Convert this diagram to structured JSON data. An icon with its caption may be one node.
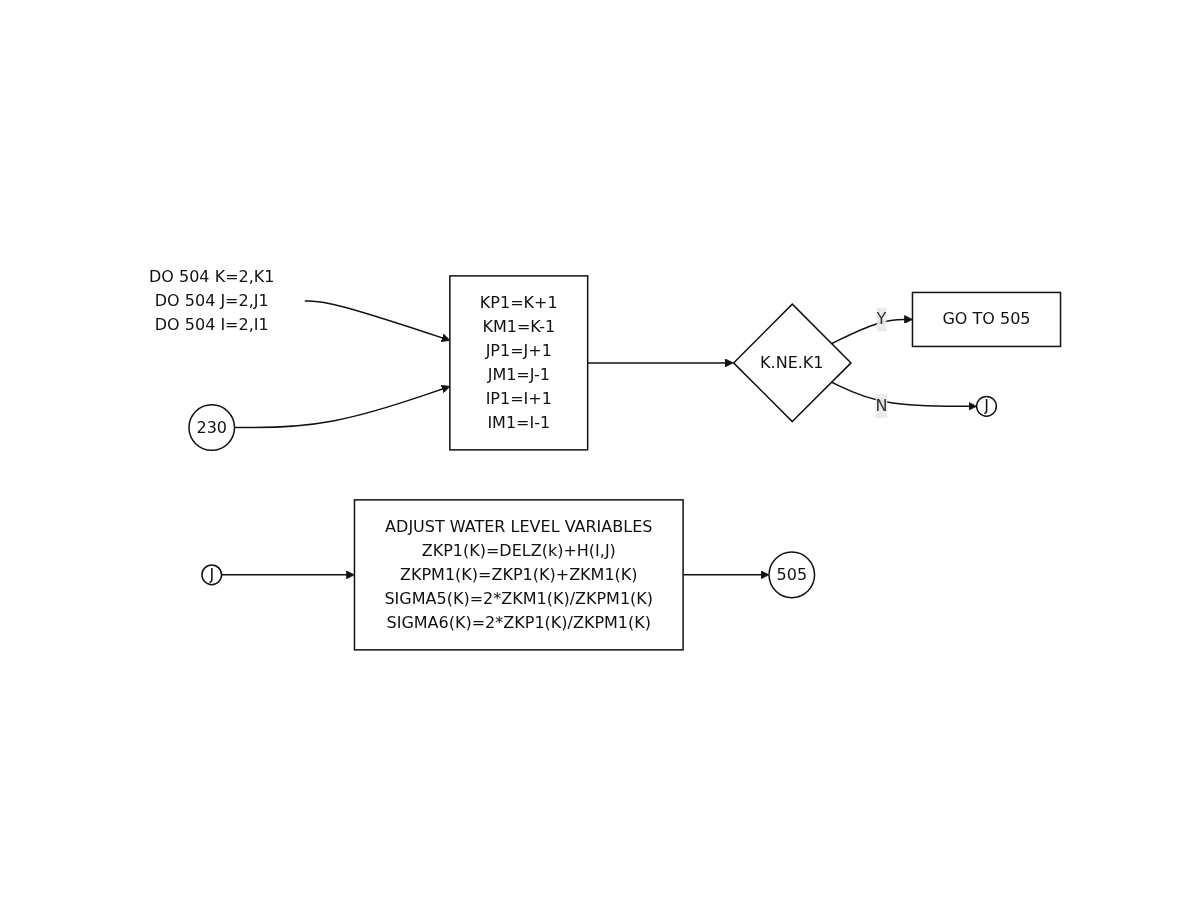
{
  "diagram": {
    "nodes": [
      {
        "text": [
          "DO 504 K=2,K1",
          "DO 504 J=2,J1",
          "DO 504 I=2,I1"
        ]
      },
      {
        "text": [
          "GO TO 505"
        ]
      },
      {
        "text": [
          "230"
        ]
      },
      {
        "text": [
          "KP1=K+1",
          "KM1=K-1",
          "JP1=J+1",
          "JM1=J-1",
          "IP1=I+1",
          "IM1=I-1"
        ]
      },
      {
        "text": [
          "K.NE.K1"
        ]
      },
      {
        "text": [
          "J"
        ]
      },
      {
        "text": [
          "J"
        ]
      },
      {
        "text": [
          "ADJUST WATER LEVEL VARIABLES",
          "ZKP1(K)=DELZ(k)+H(I,J)",
          "ZKPM1(K)=ZKP1(K)+ZKM1(K)",
          "SIGMA5(K)=2*ZKM1(K)/ZKPM1(K)",
          "SIGMA6(K)=2*ZKP1(K)/ZKPM1(K)"
        ]
      },
      {
        "text": [
          "505"
        ]
      }
    ],
    "edges": [
      {
        "from": 0,
        "to": 3,
        "arrow": "to"
      },
      {
        "from": 2,
        "to": 3,
        "arrow": "to"
      },
      {
        "from": 3,
        "to": 4,
        "arrow": "to"
      },
      {
        "from": 4,
        "to": 1,
        "label": "Y",
        "arrow": "to"
      },
      {
        "from": 4,
        "to": 5,
        "label": "N",
        "arrow": "to"
      },
      {
        "from": 6,
        "to": 7,
        "arrow": "to"
      },
      {
        "from": 7,
        "to": 8,
        "arrow": "to"
      }
    ]
  }
}
